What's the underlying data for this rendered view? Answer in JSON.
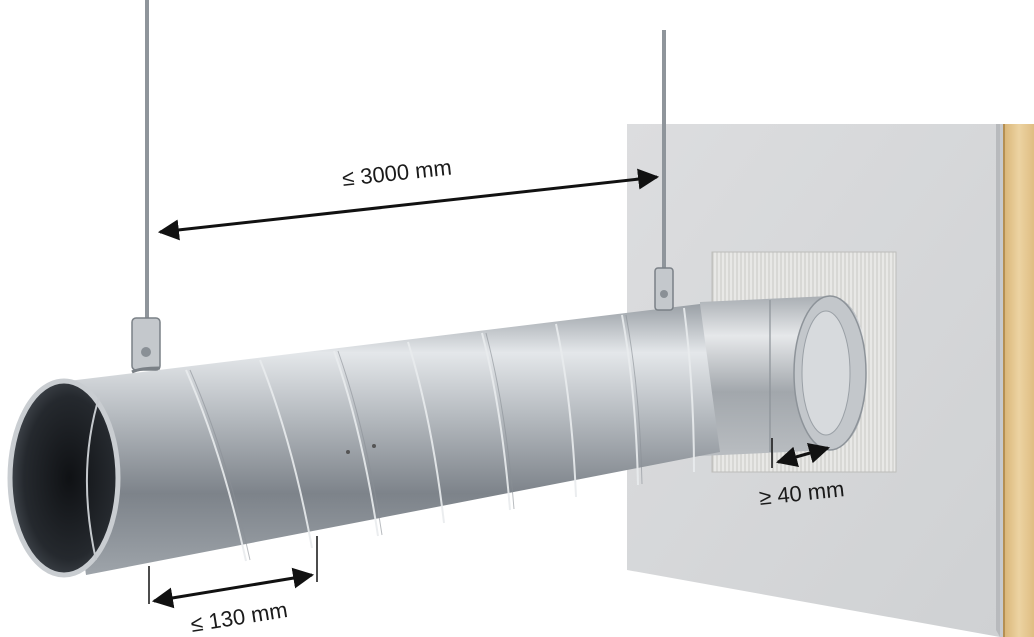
{
  "dimensions": {
    "hanger_spacing": "≤ 3000 mm",
    "clamp_distance": "≤ 130 mm",
    "wall_insertion": "≥ 40 mm"
  },
  "colors": {
    "duct_light": "#d9dde1",
    "duct_mid": "#a7adb3",
    "duct_dark": "#5d636a",
    "wall_face": "#d8d9db",
    "wall_side": "#c4c6c9",
    "wood": "#e3c48e",
    "arrow": "#111111"
  },
  "icons": [
    "double-arrow-icon"
  ]
}
